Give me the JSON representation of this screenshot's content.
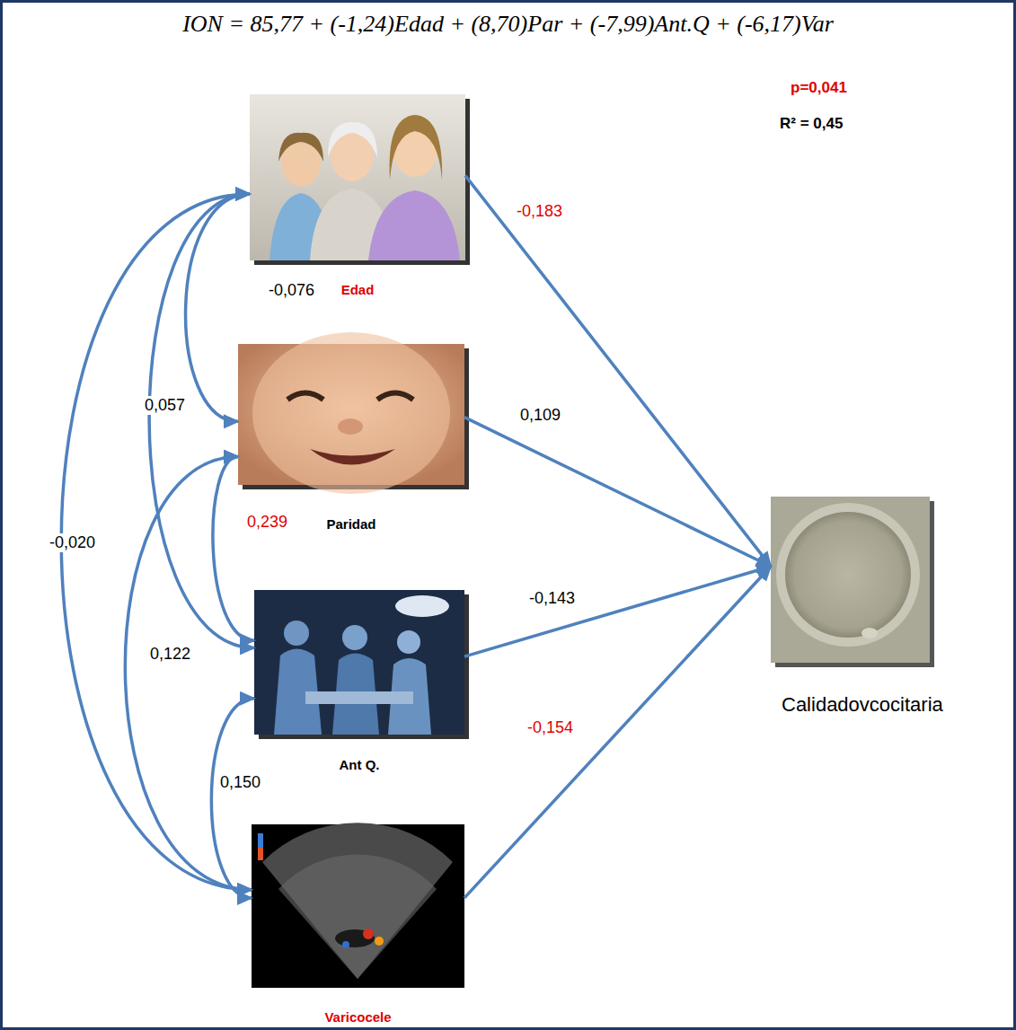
{
  "diagram": {
    "title": "ION = 85,77 + (-1,24)Edad + (8,70)Par + (-7,99)Ant.Q + (-6,17)Var",
    "nodes": [
      {
        "text": [
          "Edad"
        ]
      },
      {
        "text": [
          "Paridad"
        ]
      },
      {
        "text": [
          "Ant Q."
        ]
      },
      {
        "text": [
          "Varicocele"
        ]
      },
      {
        "text": [
          "Calidadovcocitaria"
        ]
      }
    ],
    "edges": [
      {
        "from": 0,
        "to": 4,
        "label": "-0,183",
        "arrow": "to"
      },
      {
        "from": 1,
        "to": 4,
        "label": "0,109",
        "arrow": "to"
      },
      {
        "from": 2,
        "to": 4,
        "label": "-0,143",
        "arrow": "to"
      },
      {
        "from": 3,
        "to": 4,
        "label": "-0,154",
        "arrow": "to"
      },
      {
        "from": 0,
        "to": 1,
        "label": "-0,076",
        "arrow": "both"
      },
      {
        "from": 0,
        "to": 2,
        "label": "0,057",
        "arrow": "both"
      },
      {
        "from": 1,
        "to": 2,
        "label": "0,239",
        "arrow": "both"
      },
      {
        "from": 0,
        "to": 3,
        "label": "-0,020",
        "arrow": "both"
      },
      {
        "from": 1,
        "to": 3,
        "label": "0,122",
        "arrow": "both"
      },
      {
        "from": 2,
        "to": 3,
        "label": "0,150",
        "arrow": "both"
      }
    ],
    "labels": [
      "p=0,041",
      "R² = 0,45"
    ]
  }
}
